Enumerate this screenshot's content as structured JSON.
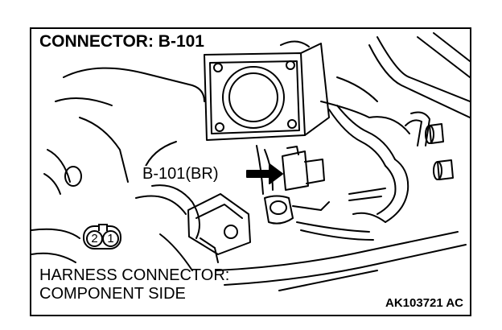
{
  "diagram": {
    "title": "CONNECTOR: B-101",
    "callout_label": "B-101(BR)",
    "harness_line1": "HARNESS CONNECTOR:",
    "harness_line2": "COMPONENT SIDE",
    "figure_code": "AK103721 AC",
    "pins": [
      "2",
      "1"
    ]
  }
}
